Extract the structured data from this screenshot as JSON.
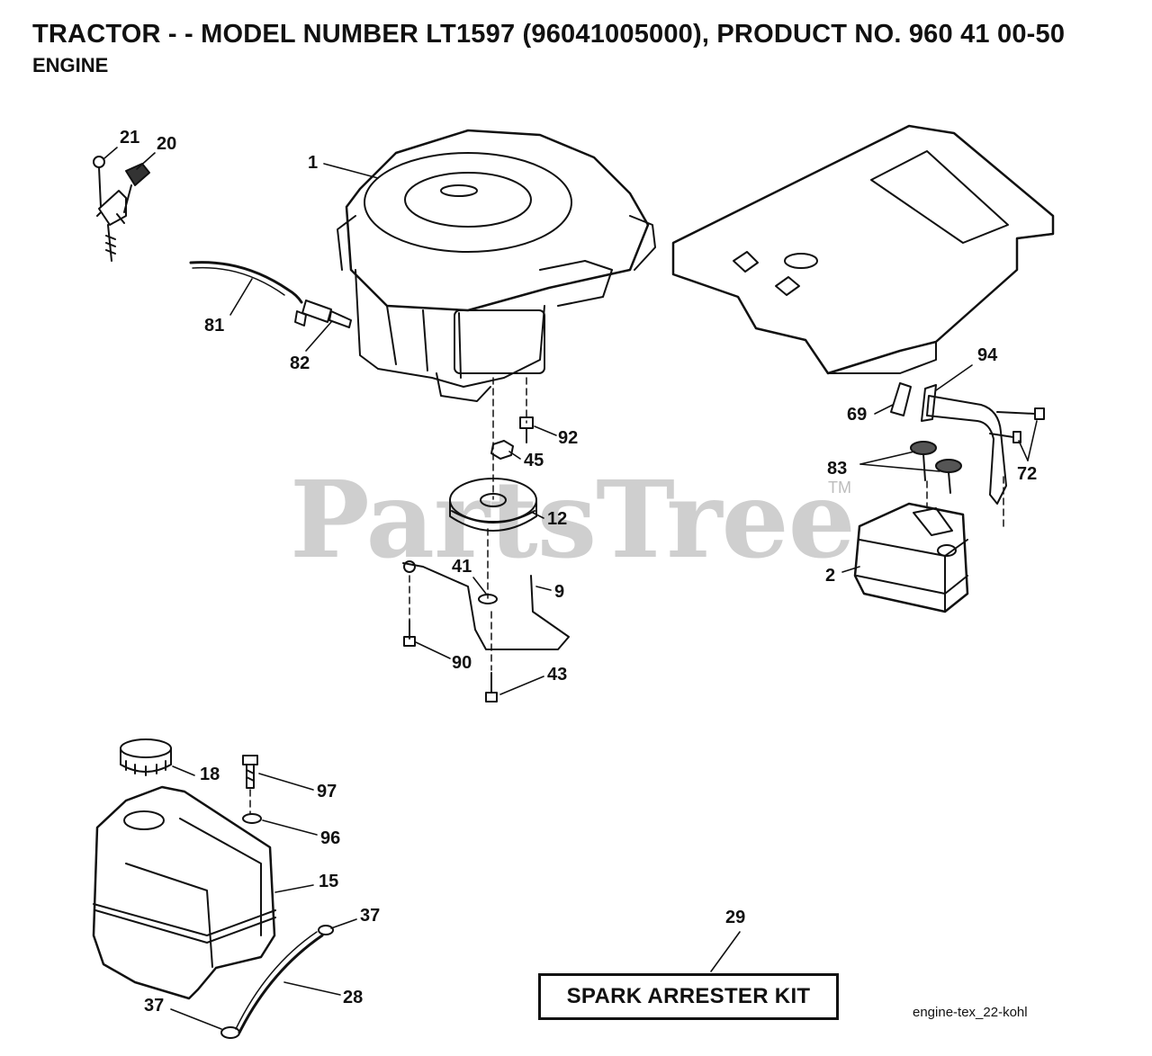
{
  "header": {
    "title": "TRACTOR - - MODEL NUMBER LT1597 (96041005000), PRODUCT NO. 960 41 00-50",
    "subtitle": "ENGINE"
  },
  "watermark": {
    "text": "PartsTree",
    "tm": "TM"
  },
  "callouts": [
    {
      "id": "c21",
      "label": "21"
    },
    {
      "id": "c20",
      "label": "20"
    },
    {
      "id": "c1",
      "label": "1"
    },
    {
      "id": "c81",
      "label": "81"
    },
    {
      "id": "c82",
      "label": "82"
    },
    {
      "id": "c92",
      "label": "92"
    },
    {
      "id": "c45",
      "label": "45"
    },
    {
      "id": "c12",
      "label": "12"
    },
    {
      "id": "c41",
      "label": "41"
    },
    {
      "id": "c9",
      "label": "9"
    },
    {
      "id": "c90",
      "label": "90"
    },
    {
      "id": "c43",
      "label": "43"
    },
    {
      "id": "c94",
      "label": "94"
    },
    {
      "id": "c69",
      "label": "69"
    },
    {
      "id": "c72",
      "label": "72"
    },
    {
      "id": "c83",
      "label": "83"
    },
    {
      "id": "c2",
      "label": "2"
    },
    {
      "id": "c18",
      "label": "18"
    },
    {
      "id": "c97",
      "label": "97"
    },
    {
      "id": "c96",
      "label": "96"
    },
    {
      "id": "c15",
      "label": "15"
    },
    {
      "id": "c37a",
      "label": "37"
    },
    {
      "id": "c28",
      "label": "28"
    },
    {
      "id": "c37b",
      "label": "37"
    },
    {
      "id": "c29",
      "label": "29"
    }
  ],
  "kit": {
    "label": "SPARK ARRESTER KIT"
  },
  "drawing_code": "engine-tex_22-kohl"
}
